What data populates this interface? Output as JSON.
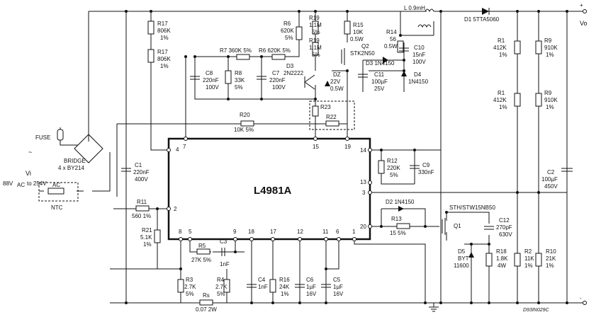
{
  "chip": {
    "name": "L4981A"
  },
  "pins": {
    "p4": "4",
    "p7": "7",
    "p15": "15",
    "p19": "19",
    "p14": "14",
    "p13": "13",
    "p3": "3",
    "p2": "2",
    "p20": "20",
    "p8": "8",
    "p5": "5",
    "p9": "9",
    "p18": "18",
    "p17": "17",
    "p12": "12",
    "p11": "11",
    "p6": "6",
    "p1": "1"
  },
  "input": {
    "fuse": "FUSE",
    "bridge": "BRIDGE",
    "bridge_diodes": "4 x BY214",
    "vi": "Vi",
    "range_a": "88V",
    "range_a_sub": "AC",
    "range_b": "to 254V",
    "range_b_sub": "AC",
    "ntc": "NTC",
    "tilde": "~"
  },
  "output": {
    "vo": "Vo",
    "plus": "+",
    "minus": "-"
  },
  "footnote": "D93IN029C",
  "components": {
    "R17a": {
      "name": "R17",
      "v1": "806K",
      "v2": "1%"
    },
    "R17b": {
      "name": "R17",
      "v1": "806K",
      "v2": "1%"
    },
    "R6a": {
      "name": "R6",
      "v1": "620K",
      "v2": "5%"
    },
    "R7": {
      "name": "R7 360K 5%"
    },
    "R6b": {
      "name": "R6 620K 5%"
    },
    "C8": {
      "name": "C8",
      "v1": "220nF",
      "v2": "100V"
    },
    "R8": {
      "name": "R8",
      "v1": "33K",
      "v2": "5%"
    },
    "C7": {
      "name": "C7",
      "v1": "220nF",
      "v2": "100V"
    },
    "D3": {
      "name": "D3",
      "v1": "2N2222"
    },
    "R19a": {
      "name": "R19",
      "v1": "1.1M",
      "v2": "5%"
    },
    "R19b": {
      "name": "R19",
      "v1": "1.1M",
      "v2": "5%"
    },
    "R15": {
      "name": "R15",
      "v1": "10K",
      "v2": "0.5W"
    },
    "Q2": {
      "name": "Q2",
      "v1": "STK2N50"
    },
    "DZ": {
      "name": "DZ",
      "v1": "22V",
      "v2": "0.5W"
    },
    "R14": {
      "name": "R14",
      "v1": "56",
      "v2": "0.5W"
    },
    "L": {
      "name": "L 0.9mH"
    },
    "D1": {
      "name": "D1 5TTA5060"
    },
    "C10": {
      "name": "C10",
      "v1": "15nF",
      "v2": "100V"
    },
    "D3b": {
      "name": "D3 1N4150"
    },
    "C11": {
      "name": "C11",
      "v1": "100µF",
      "v2": "25V"
    },
    "D4": {
      "name": "D4",
      "v1": "1N4150"
    },
    "R23": {
      "name": "R23"
    },
    "R22": {
      "name": "R22"
    },
    "R20": {
      "name": "R20",
      "v1": "10K 5%"
    },
    "R1a": {
      "name": "R1",
      "v1": "412K",
      "v2": "1%"
    },
    "R1b": {
      "name": "R1",
      "v1": "412K",
      "v2": "1%"
    },
    "R9a": {
      "name": "R9",
      "v1": "910K",
      "v2": "1%"
    },
    "R9b": {
      "name": "R9",
      "v1": "910K",
      "v2": "1%"
    },
    "C1": {
      "name": "C1",
      "v1": "220nF",
      "v2": "400V"
    },
    "R12": {
      "name": "R12",
      "v1": "220K",
      "v2": "5%"
    },
    "C9": {
      "name": "C9",
      "v1": "330nF"
    },
    "C2": {
      "name": "C2",
      "v1": "100µF",
      "v2": "450V"
    },
    "R11": {
      "name": "R11",
      "v1": "560 1%"
    },
    "D2": {
      "name": "D2 1N4150"
    },
    "Q1": {
      "name": "Q1"
    },
    "MOS": {
      "name": "STH/STW15NB50"
    },
    "C12": {
      "name": "C12",
      "v1": "270pF",
      "v2": "630V"
    },
    "R13": {
      "name": "R13",
      "v1": "15 5%"
    },
    "R21": {
      "name": "R21",
      "v1": "5.1K",
      "v2": "1%"
    },
    "R5": {
      "name": "R5",
      "v1": "27K 5%"
    },
    "C3": {
      "name": "C3",
      "v1": "1nF"
    },
    "D5": {
      "name": "D5",
      "v1": "BYT",
      "v2": "11600"
    },
    "R18": {
      "name": "R18",
      "v1": "1.8K",
      "v2": "4W"
    },
    "R2": {
      "name": "R2",
      "v1": "11K",
      "v2": "1%"
    },
    "R10": {
      "name": "R10",
      "v1": "21K",
      "v2": "1%"
    },
    "R3": {
      "name": "R3",
      "v1": "2.7K",
      "v2": "5%"
    },
    "R4": {
      "name": "R4",
      "v1": "2.7K",
      "v2": "5%"
    },
    "C4": {
      "name": "C4",
      "v1": "1nF"
    },
    "R16": {
      "name": "R16",
      "v1": "24K",
      "v2": "1%"
    },
    "C6": {
      "name": "C6",
      "v1": "1µF",
      "v2": "16V"
    },
    "C5": {
      "name": "C5",
      "v1": "1µF",
      "v2": "16V"
    },
    "Rs": {
      "name": "Rs",
      "v1": "0.07 2W"
    }
  }
}
